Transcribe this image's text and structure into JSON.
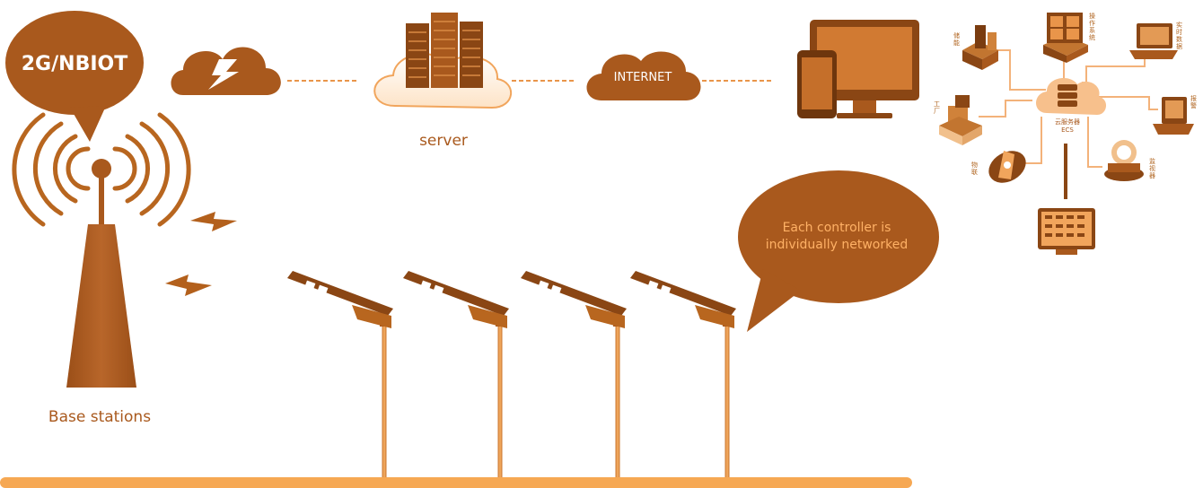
{
  "colors": {
    "primary": "#a9591d",
    "dark": "#8a4614",
    "light": "#f1a55c",
    "accent": "#ffb165",
    "ground": "#f6a853"
  },
  "base": {
    "bubble_label": "2G/NBIOT",
    "station_label": "Base stations"
  },
  "network": {
    "server_label": "server",
    "internet_label": "INTERNET"
  },
  "callout": {
    "line1": "Each controller is",
    "line2": "individually networked"
  },
  "cloud_system": {
    "ecs_label_cn": "云服务器",
    "ecs_label": "ECS",
    "nodes": [
      {
        "label": "储能",
        "icon": "building-icon"
      },
      {
        "label": "操作系统",
        "icon": "warehouse-icon"
      },
      {
        "label": "实时数据",
        "icon": "laptop-icon"
      },
      {
        "label": "工厂",
        "icon": "factory-icon"
      },
      {
        "label": "报警",
        "icon": "screen-icon"
      },
      {
        "label": "物联",
        "icon": "fan-icon"
      },
      {
        "label": "监视器",
        "icon": "globe-icon"
      }
    ]
  },
  "streetlights": [
    {
      "name": "streetlight-1"
    },
    {
      "name": "streetlight-2"
    },
    {
      "name": "streetlight-3"
    },
    {
      "name": "streetlight-4"
    }
  ]
}
